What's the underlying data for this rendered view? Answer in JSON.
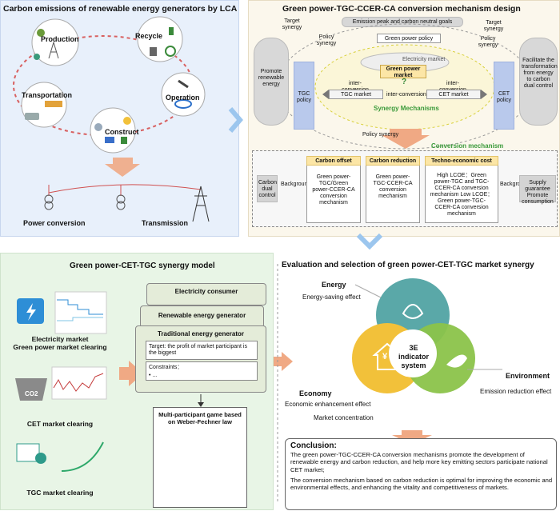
{
  "lca": {
    "title": "Carbon emissions of renewable energy generators by LCA",
    "stages": [
      "Production",
      "Recycle",
      "Transportation",
      "Operation",
      "Construct"
    ],
    "bottom": [
      "Power conversion",
      "Transmission"
    ]
  },
  "mech": {
    "title": "Green power-TGC-CCER-CA conversion mechanism design",
    "emission_goals": "Emission peak and carbon neutral goals",
    "target_synergy": "Target synergy",
    "policy_synergy": "Policy synergy",
    "green_power_policy": "Green power policy",
    "electricity_market": "Electricity market",
    "green_power_market": "Green power market",
    "inter_conversion": "inter-conversion",
    "question": "?",
    "tgc_market": "TGC market",
    "cet_market": "CET market",
    "synergy_mechanisms": "Synergy Mechanisms",
    "conversion_mechanism": "Conversion mechanism",
    "promote": "Promote renewable energy",
    "facilitate": "Facilitate the transformation from energy to carbon dual control",
    "tgc_policy": "TGC policy",
    "cet_policy": "CET policy"
  },
  "offset": {
    "carbon_dual_control": "Carbon dual control",
    "background": "Background",
    "carbon_offset": "Carbon offset",
    "carbon_offset_text": "Green power-TGC/Green power-CCER-CA conversion mechanism",
    "carbon_reduction": "Carbon reduction",
    "carbon_reduction_text": "Green power-TGC-CCER-CA conversion mechanism",
    "techno": "Techno-economic cost",
    "techno_text": "High LCOE：Green power-TGC and TGC-CCER-CA conversion mechanism Low LCOE：Green power-TGC-CCER-CA conversion mechanism",
    "supply": "Supply guarantee Promote consumption"
  },
  "model": {
    "title": "Green power-CET-TGC synergy model",
    "electricity_market": "Electricity market",
    "green_clearing": "Green power market clearing",
    "co2": "CO2",
    "cet_clearing": "CET market clearing",
    "tgc_clearing": "TGC market clearing",
    "consumer": "Electricity consumer",
    "renewable_gen": "Renewable energy generator",
    "traditional_gen": "Traditional energy generator",
    "target": "Target: the profit of market participant is the biggest",
    "constraints": "Constraints：",
    "bullet": "•  ...",
    "game_title": "Multi-participant game based on Weber-Fechner law"
  },
  "eval": {
    "title": "Evaluation and  selection of green power-CET-TGC market synergy",
    "energy": "Energy",
    "energy_effect": "Energy-saving effect",
    "environment": "Environment",
    "env_effect": "Emission reduction effect",
    "economy": "Economy",
    "econ_effect": "Economic enhancement effect",
    "market_concentration": "Market concentration",
    "indicator": "3E indicator system",
    "currency": "¥"
  },
  "conclusion": {
    "heading": "Conclusion:",
    "p1": "The green power-TGC-CCER-CA conversion mechanisms promote the development of renewable energy and carbon reduction, and help more key emitting sectors participate national CET market;",
    "p2": "The conversion mechanism based on carbon reduction is optimal for improving the economic and environmental effects, and enhancing the vitality and competitiveness of markets."
  },
  "colors": {
    "blue_panel": "#e8f0fb",
    "cream_panel": "#fbf7ec",
    "green_panel": "#e8f5e6",
    "accent": "#f0a984"
  }
}
